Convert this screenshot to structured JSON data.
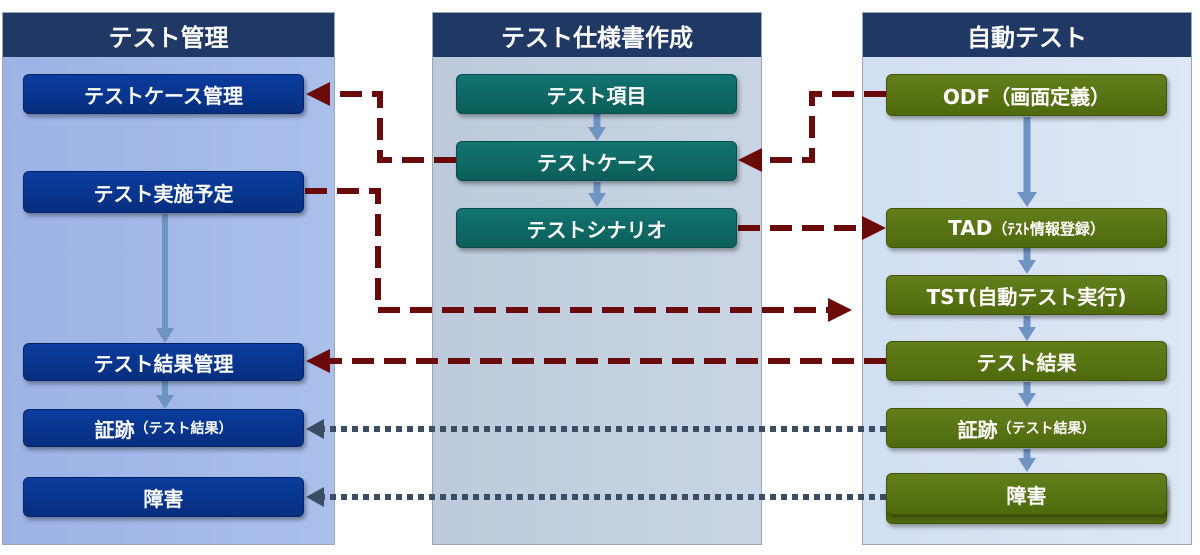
{
  "panels": {
    "left": {
      "title": "テスト管理",
      "items": {
        "test_case_mgmt": "テストケース管理",
        "test_schedule": "テスト実施予定",
        "result_mgmt": "テスト結果管理",
        "evidence": "証跡",
        "evidence_note": "（テスト結果）",
        "defect": "障害"
      }
    },
    "middle": {
      "title": "テスト仕様書作成",
      "items": {
        "test_items": "テスト項目",
        "test_case": "テストケース",
        "scenario": "テストシナリオ"
      }
    },
    "right": {
      "title": "自動テスト",
      "items": {
        "odf": "ODF（画面定義）",
        "tad": "TAD",
        "tad_note": "（ﾃｽﾄ情報登録）",
        "tst": "TST(自動テスト実行)",
        "result": "テスト結果",
        "evidence": "証跡",
        "evidence_note": "（テスト結果）",
        "defect": "障害"
      }
    }
  },
  "colors": {
    "header": "#1f3864",
    "box_blue": "#0a3d9e",
    "box_teal": "#127470",
    "box_green": "#5a7514",
    "dashed_arrow": "#6b0a0a",
    "dotted_arrow": "#3b4d63",
    "flow_arrow": "#6f93c2"
  }
}
